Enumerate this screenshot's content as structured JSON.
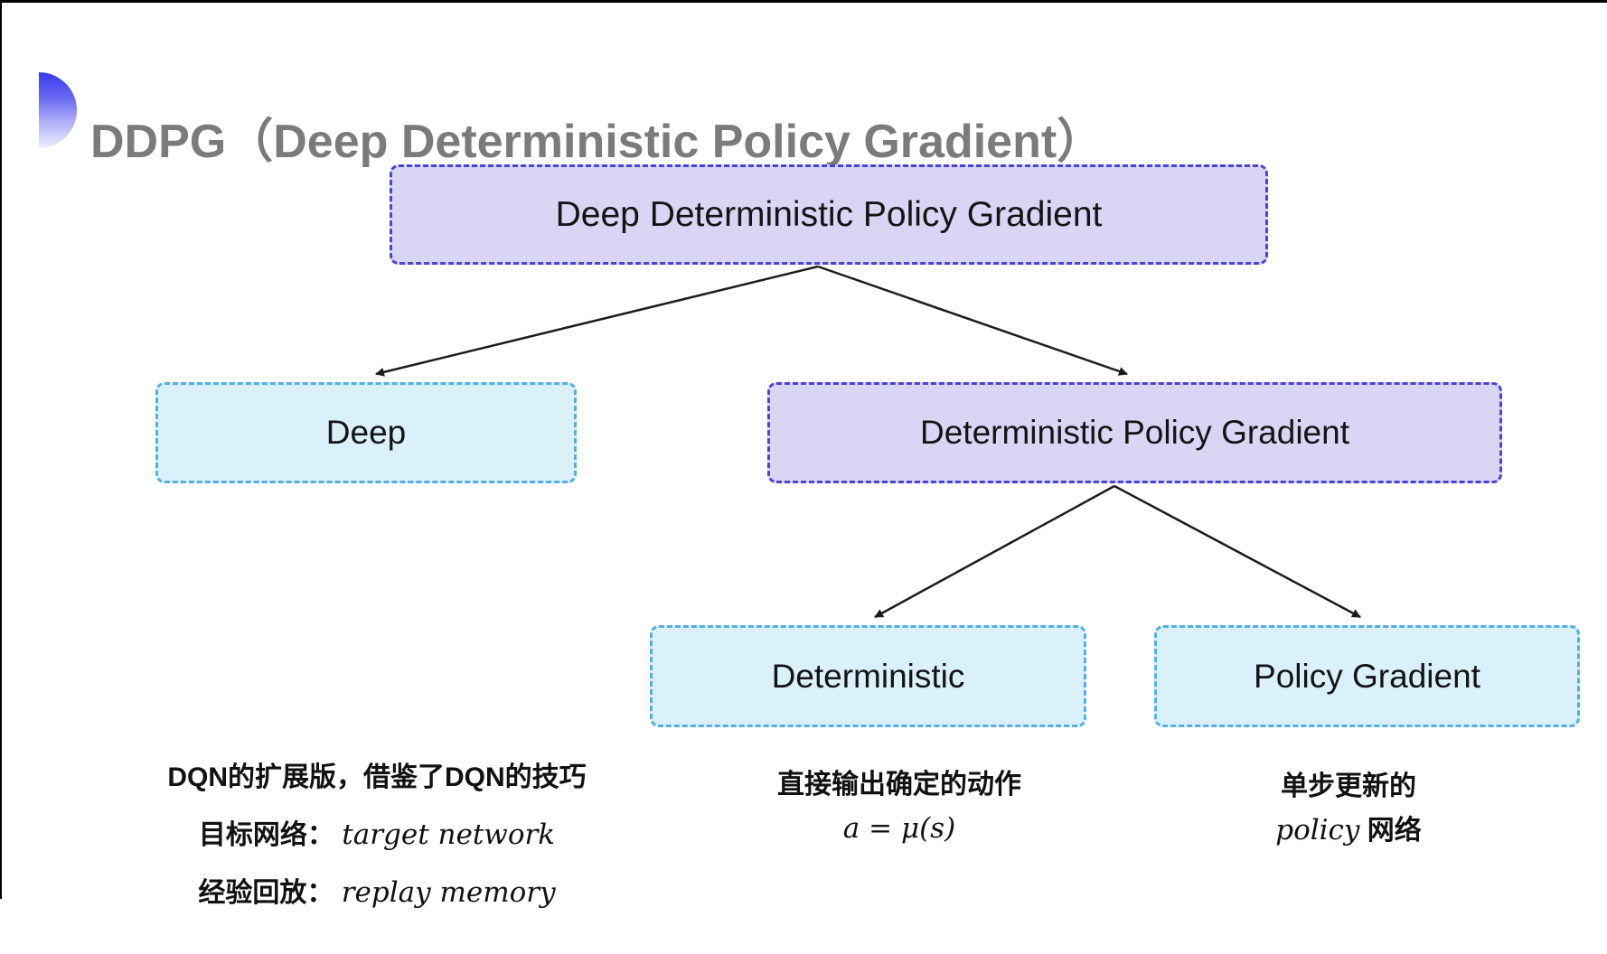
{
  "page": {
    "title": "DDPG（Deep Deterministic Policy Gradient）"
  },
  "diagram": {
    "nodes": [
      {
        "id": "ddpg",
        "label": "Deep Deterministic Policy Gradient",
        "style": "purple"
      },
      {
        "id": "deep",
        "label": "Deep",
        "style": "cyan"
      },
      {
        "id": "dpg",
        "label": "Deterministic Policy Gradient",
        "style": "purple"
      },
      {
        "id": "deterministic",
        "label": "Deterministic",
        "style": "cyan"
      },
      {
        "id": "policy-gradient",
        "label": "Policy Gradient",
        "style": "cyan"
      }
    ],
    "edges": [
      {
        "from": "ddpg",
        "to": "deep"
      },
      {
        "from": "ddpg",
        "to": "dpg"
      },
      {
        "from": "dpg",
        "to": "deterministic"
      },
      {
        "from": "dpg",
        "to": "policy-gradient"
      }
    ]
  },
  "annotations": {
    "deep_note": {
      "line1": "DQN的扩展版，借鉴了DQN的技巧",
      "line2_label": "目标网络：",
      "line2_value": "target network",
      "line3_label": "经验回放：",
      "line3_value": "replay memory"
    },
    "deterministic_note": {
      "line1": "直接输出确定的动作",
      "line2": "a = μ(s)"
    },
    "policy_gradient_note": {
      "line1": "单步更新的",
      "line2_italic": "policy",
      "line2_rest": " 网络"
    }
  },
  "colors": {
    "purple_fill": "#d9d6f5",
    "purple_border": "#4a43d6",
    "cyan_fill": "#daf1fc",
    "cyan_border": "#57aee1",
    "title_gray": "#7b7b7b",
    "arrow": "#1c1c1c",
    "bullet_gradient_top": "#3a39ef",
    "bullet_gradient_bottom": "#eeeefe"
  }
}
